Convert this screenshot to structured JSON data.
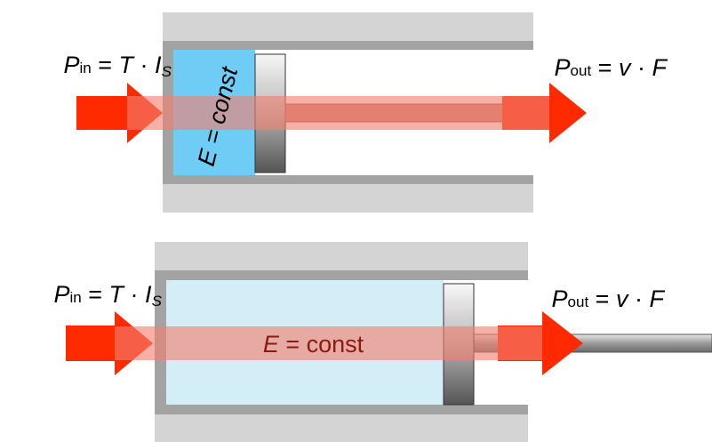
{
  "top": {
    "p_in_label": {
      "P": "P",
      "sub": "in",
      "rest1": " = ",
      "T": "T",
      "dot": " · ",
      "I": "I",
      "S": "S"
    },
    "p_out_label": {
      "P": "P",
      "sub": "out",
      "rest1": " = ",
      "v": "v",
      "dot": " · ",
      "F": "F"
    },
    "energy_label": "E = const"
  },
  "bottom": {
    "p_in_label": {
      "P": "P",
      "sub": "in",
      "rest1": " = ",
      "T": "T",
      "dot": " · ",
      "I": "I",
      "S": "S"
    },
    "p_out_label": {
      "P": "P",
      "sub": "out",
      "rest1": " = ",
      "v": "v",
      "dot": " · ",
      "F": "F"
    },
    "energy_label": {
      "E": "E",
      "rest": " = const"
    }
  },
  "colors": {
    "housing_outer": "#d4d4d4",
    "housing_inner": "#a3a3a3",
    "fluid_top": "#6fcdf5",
    "fluid_bottom": "#d4eef8",
    "arrow": "#ff2a00",
    "flow_band": "#f08070",
    "label_dark": "#8b1a10"
  }
}
